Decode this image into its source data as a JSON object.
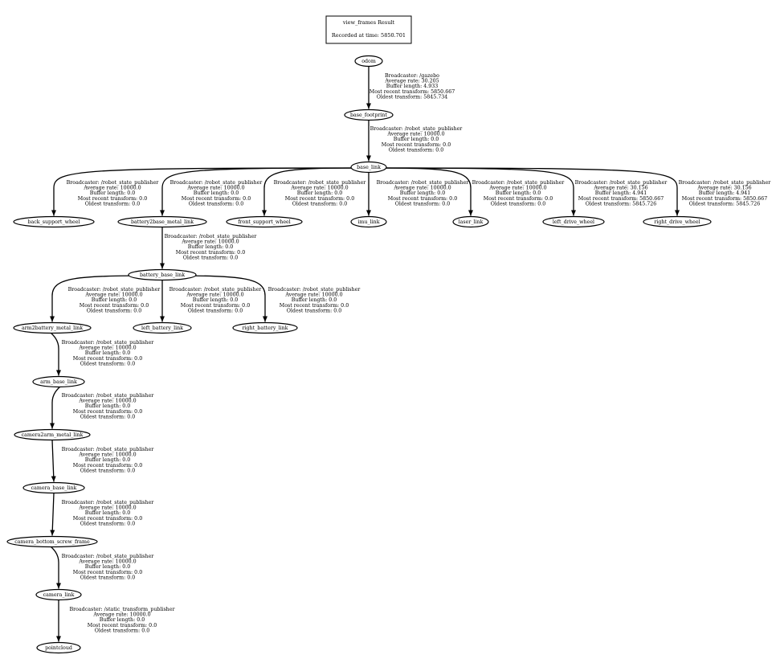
{
  "header": {
    "title": "view_frames Result",
    "recorded": "Recorded at time: 5850.701"
  },
  "nodes": [
    "odom",
    "base_footprint",
    "base_link",
    "back_support_wheel",
    "battery2base_metal_link",
    "front_support_wheel",
    "imu_link",
    "laser_link",
    "left_drive_wheel",
    "right_drive_wheel",
    "battery_base_link",
    "arm2battery_metal_link",
    "left_battery_link",
    "right_battery_link",
    "arm_base_link",
    "camera2arm_metal_link",
    "camera_base_link",
    "camera_bottom_screw_frame",
    "camera_link",
    "pointcloud"
  ],
  "edges": [
    {
      "from": "odom",
      "to": "base_footprint",
      "label": [
        "Broadcaster: /gazebo",
        "Average rate: 30.205",
        "Buffer length: 4.933",
        "Most recent transform: 5850.667",
        "Oldest transform: 5845.734"
      ]
    },
    {
      "from": "base_footprint",
      "to": "base_link",
      "label": [
        "Broadcaster: /robot_state_publisher",
        "Average rate: 10000.0",
        "Buffer length: 0.0",
        "Most recent transform: 0.0",
        "Oldest transform: 0.0"
      ]
    },
    {
      "from": "base_link",
      "to": "back_support_wheel",
      "label": [
        "Broadcaster: /robot_state_publisher",
        "Average rate: 10000.0",
        "Buffer length: 0.0",
        "Most recent transform: 0.0",
        "Oldest transform: 0.0"
      ]
    },
    {
      "from": "base_link",
      "to": "battery2base_metal_link",
      "label": [
        "Broadcaster: /robot_state_publisher",
        "Average rate: 10000.0",
        "Buffer length: 0.0",
        "Most recent transform: 0.0",
        "Oldest transform: 0.0"
      ]
    },
    {
      "from": "base_link",
      "to": "front_support_wheel",
      "label": [
        "Broadcaster: /robot_state_publisher",
        "Average rate: 10000.0",
        "Buffer length: 0.0",
        "Most recent transform: 0.0",
        "Oldest transform: 0.0"
      ]
    },
    {
      "from": "base_link",
      "to": "imu_link",
      "label": [
        "Broadcaster: /robot_state_publisher",
        "Average rate: 10000.0",
        "Buffer length: 0.0",
        "Most recent transform: 0.0",
        "Oldest transform: 0.0"
      ]
    },
    {
      "from": "base_link",
      "to": "laser_link",
      "label": [
        "Broadcaster: /robot_state_publisher",
        "Average rate: 10000.0",
        "Buffer length: 0.0",
        "Most recent transform: 0.0",
        "Oldest transform: 0.0"
      ]
    },
    {
      "from": "base_link",
      "to": "left_drive_wheel",
      "label": [
        "Broadcaster: /robot_state_publisher",
        "Average rate: 30.156",
        "Buffer length: 4.941",
        "Most recent transform: 5850.667",
        "Oldest transform: 5845.726"
      ]
    },
    {
      "from": "base_link",
      "to": "right_drive_wheel",
      "label": [
        "Broadcaster: /robot_state_publisher",
        "Average rate: 30.156",
        "Buffer length: 4.941",
        "Most recent transform: 5850.667",
        "Oldest transform: 5845.726"
      ]
    },
    {
      "from": "battery2base_metal_link",
      "to": "battery_base_link",
      "label": [
        "Broadcaster: /robot_state_publisher",
        "Average rate: 10000.0",
        "Buffer length: 0.0",
        "Most recent transform: 0.0",
        "Oldest transform: 0.0"
      ]
    },
    {
      "from": "battery_base_link",
      "to": "arm2battery_metal_link",
      "label": [
        "Broadcaster: /robot_state_publisher",
        "Average rate: 10000.0",
        "Buffer length: 0.0",
        "Most recent transform: 0.0",
        "Oldest transform: 0.0"
      ]
    },
    {
      "from": "battery_base_link",
      "to": "left_battery_link",
      "label": [
        "Broadcaster: /robot_state_publisher",
        "Average rate: 10000.0",
        "Buffer length: 0.0",
        "Most recent transform: 0.0",
        "Oldest transform: 0.0"
      ]
    },
    {
      "from": "battery_base_link",
      "to": "right_battery_link",
      "label": [
        "Broadcaster: /robot_state_publisher",
        "Average rate: 10000.0",
        "Buffer length: 0.0",
        "Most recent transform: 0.0",
        "Oldest transform: 0.0"
      ]
    },
    {
      "from": "arm2battery_metal_link",
      "to": "arm_base_link",
      "label": [
        "Broadcaster: /robot_state_publisher",
        "Average rate: 10000.0",
        "Buffer length: 0.0",
        "Most recent transform: 0.0",
        "Oldest transform: 0.0"
      ]
    },
    {
      "from": "arm_base_link",
      "to": "camera2arm_metal_link",
      "label": [
        "Broadcaster: /robot_state_publisher",
        "Average rate: 10000.0",
        "Buffer length: 0.0",
        "Most recent transform: 0.0",
        "Oldest transform: 0.0"
      ]
    },
    {
      "from": "camera2arm_metal_link",
      "to": "camera_base_link",
      "label": [
        "Broadcaster: /robot_state_publisher",
        "Average rate: 10000.0",
        "Buffer length: 0.0",
        "Most recent transform: 0.0",
        "Oldest transform: 0.0"
      ]
    },
    {
      "from": "camera_base_link",
      "to": "camera_bottom_screw_frame",
      "label": [
        "Broadcaster: /robot_state_publisher",
        "Average rate: 10000.0",
        "Buffer length: 0.0",
        "Most recent transform: 0.0",
        "Oldest transform: 0.0"
      ]
    },
    {
      "from": "camera_bottom_screw_frame",
      "to": "camera_link",
      "label": [
        "Broadcaster: /robot_state_publisher",
        "Average rate: 10000.0",
        "Buffer length: 0.0",
        "Most recent transform: 0.0",
        "Oldest transform: 0.0"
      ]
    },
    {
      "from": "camera_link",
      "to": "pointcloud",
      "label": [
        "Broadcaster: /static_transform_publisher",
        "Average rate: 10000.0",
        "Buffer length: 0.0",
        "Most recent transform: 0.0",
        "Oldest transform: 0.0"
      ]
    }
  ]
}
